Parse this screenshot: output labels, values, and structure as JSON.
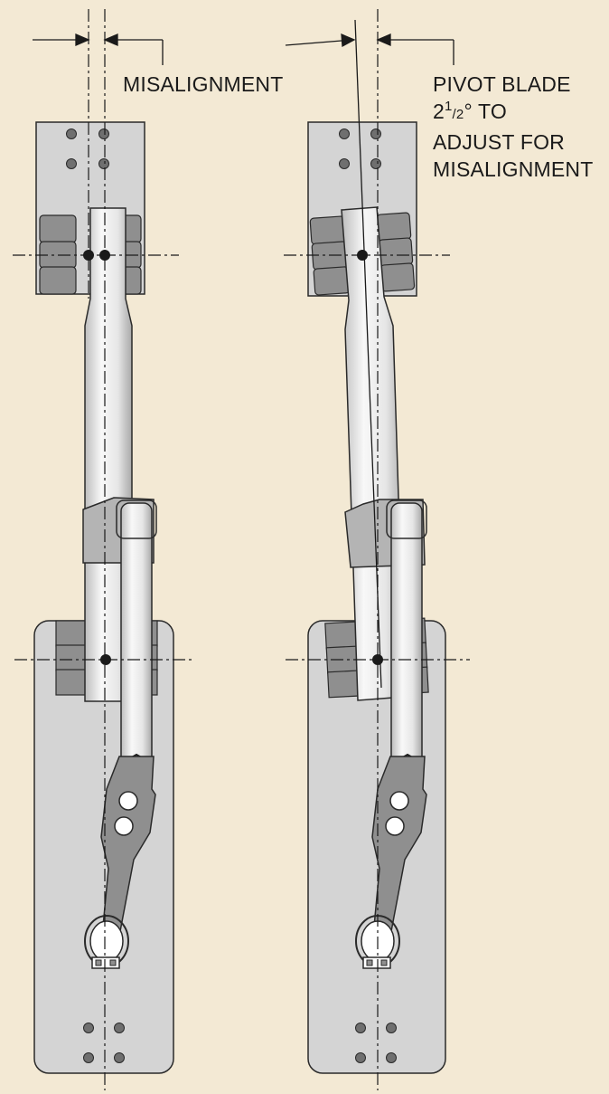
{
  "labels": {
    "misalignment": "MISALIGNMENT",
    "pivot_line1": "PIVOT BLADE",
    "pivot_line2_whole": "2",
    "pivot_line2_num": "1",
    "pivot_line2_slash": "/",
    "pivot_line2_den": "2",
    "pivot_line2_rest": "° TO",
    "pivot_line3": "ADJUST FOR",
    "pivot_line4": "MISALIGNMENT"
  },
  "colors": {
    "background": "#f3e9d4",
    "plate": "#d4d4d4",
    "block": "#8f8f8f",
    "blade": "#ececec",
    "clip": "#b4b4b4",
    "line": "#1a1a1a"
  },
  "pivot_angle_deg": 2.5
}
